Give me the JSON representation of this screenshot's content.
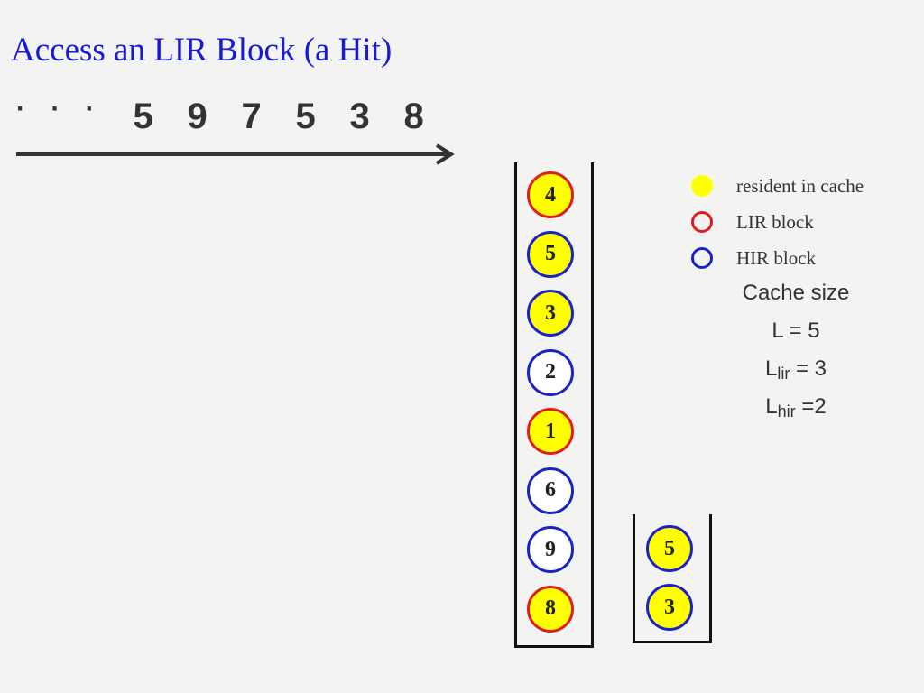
{
  "title": "Access an LIR Block (a Hit)",
  "sequence": {
    "ellipsis": "· · ·",
    "items": [
      "5",
      "9",
      "7",
      "5",
      "3",
      "8"
    ]
  },
  "colors": {
    "resident_fill": "#ffff00",
    "lir_border": "#dd1e1e",
    "hir_border": "#1a22c8"
  },
  "stack_s": {
    "blocks": [
      {
        "label": "4",
        "kind": "lir",
        "resident": true
      },
      {
        "label": "5",
        "kind": "hir",
        "resident": true
      },
      {
        "label": "3",
        "kind": "hir",
        "resident": true
      },
      {
        "label": "2",
        "kind": "hir",
        "resident": false
      },
      {
        "label": "1",
        "kind": "lir",
        "resident": true
      },
      {
        "label": "6",
        "kind": "hir",
        "resident": false
      },
      {
        "label": "9",
        "kind": "hir",
        "resident": false
      },
      {
        "label": "8",
        "kind": "lir",
        "resident": true
      }
    ]
  },
  "stack_q": {
    "blocks": [
      {
        "label": "5",
        "kind": "hir",
        "resident": true
      },
      {
        "label": "3",
        "kind": "hir",
        "resident": true
      }
    ]
  },
  "legend": {
    "resident": "resident in cache",
    "lir": "LIR block",
    "hir": "HIR block"
  },
  "cache_info": {
    "heading": "Cache size",
    "total": "L = 5",
    "lir_base": "L",
    "lir_sub": "lir",
    "lir_value": " = 3",
    "hir_base": "L",
    "hir_sub": "hir",
    "hir_value": " =2"
  }
}
